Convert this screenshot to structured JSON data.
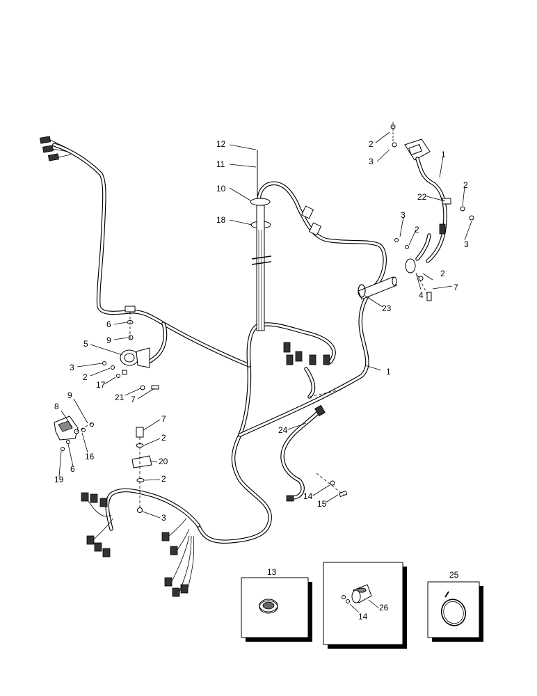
{
  "callouts": {
    "c1a": "1",
    "c1b": "1",
    "c2a": "2",
    "c2b": "2",
    "c2c": "2",
    "c2d": "2",
    "c2e": "2",
    "c2f": "2",
    "c2g": "2",
    "c3a": "3",
    "c3b": "3",
    "c3c": "3",
    "c3d": "3",
    "c3e": "3",
    "c4": "4",
    "c5": "5",
    "c6a": "6",
    "c6b": "6",
    "c7a": "7",
    "c7b": "7",
    "c7c": "7",
    "c8": "8",
    "c9a": "9",
    "c9b": "9",
    "c10": "10",
    "c11": "11",
    "c12": "12",
    "c14a": "14",
    "c15": "15",
    "c16": "16",
    "c17": "17",
    "c18": "18",
    "c19": "19",
    "c20": "20",
    "c21": "21",
    "c22": "22",
    "c23": "23",
    "c24": "24"
  },
  "insets": {
    "grommet_label": "13",
    "connector_label": "26",
    "connector_sub_label": "14",
    "clamp_label": "25"
  }
}
